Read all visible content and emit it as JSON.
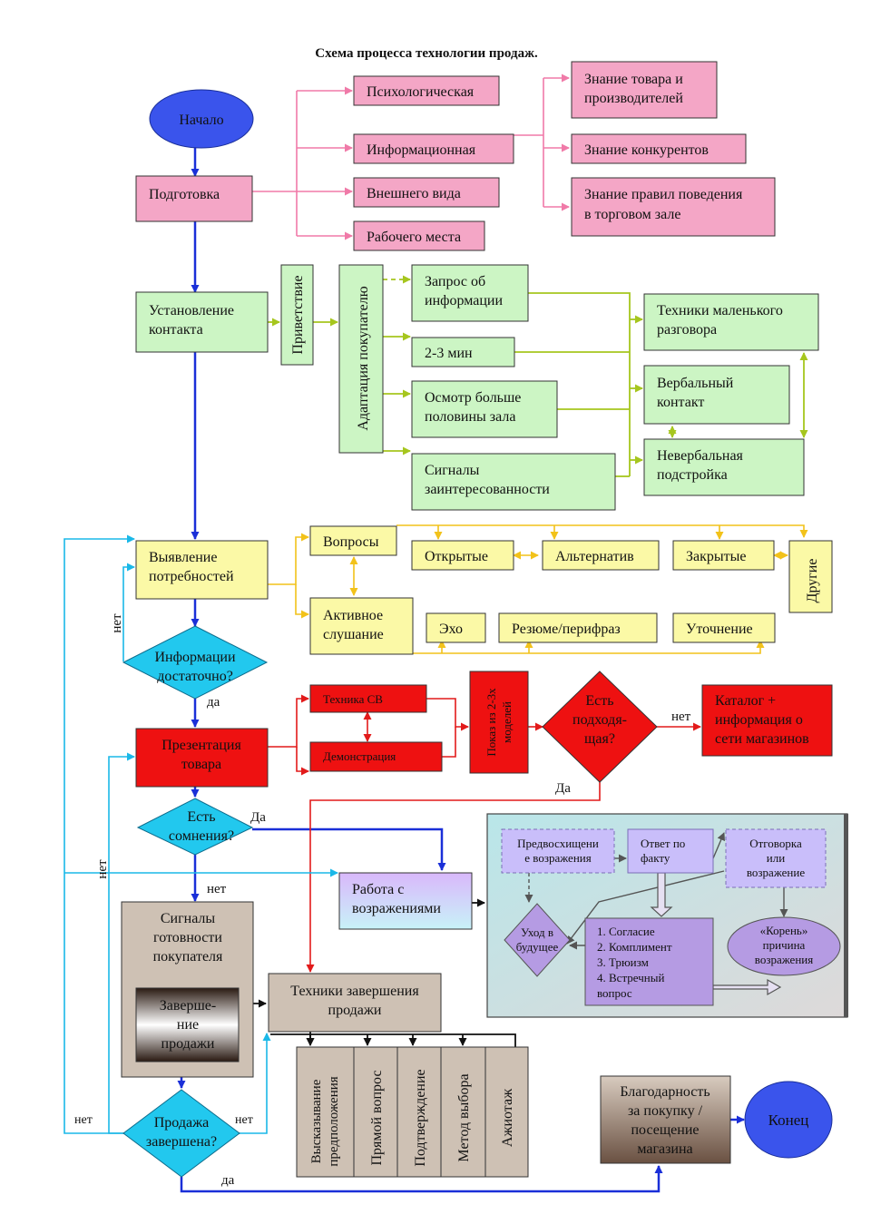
{
  "title": "Схема процесса технологии продаж.",
  "colors": {
    "pink": "#f4a6c6",
    "green": "#ccf5c4",
    "yellow": "#fbf9a6",
    "red": "#ee1111",
    "cyan": "#22c8ee",
    "blue": "#3a54ec",
    "gray": "#cec1b4",
    "purple": "#b59be3",
    "lavender": "#c9befa"
  },
  "nodes": {
    "start": "Начало",
    "prep": "Подготовка",
    "psych": "Психологическая",
    "info": "Информационная",
    "appearance": "Внешнего вида",
    "workplace": "Рабочего места",
    "know_goods_1": "Знание товара и",
    "know_goods_2": "производителей",
    "know_competitors": "Знание конкурентов",
    "know_rules_1": "Знание правил поведения",
    "know_rules_2": "в торговом зале",
    "contact_1": "Установление",
    "contact_2": "контакта",
    "greeting": "Приветствие",
    "adaptation": "Адаптация покупателю",
    "info_request_1": "Запрос об",
    "info_request_2": "информации",
    "minutes": "2-3 мин",
    "hall_view_1": "Осмотр больше",
    "hall_view_2": "половины зала",
    "interest_1": "Сигналы",
    "interest_2": "заинтересованности",
    "smalltalk_1": "Техники маленького",
    "smalltalk_2": "разговора",
    "verbal_1": "Вербальный",
    "verbal_2": "контакт",
    "nonverbal_1": "Невербальная",
    "nonverbal_2": "подстройка",
    "needs_1": "Выявление",
    "needs_2": "потребностей",
    "questions": "Вопросы",
    "open_q": "Открытые",
    "alt_q": "Альтернатив",
    "closed_q": "Закрытые",
    "other_q": "Другие",
    "active_1": "Активное",
    "active_2": "слушание",
    "echo": "Эхо",
    "resume": "Резюме/перифраз",
    "clarify": "Уточнение",
    "enough_1": "Информации",
    "enough_2": "достаточно?",
    "present_1": "Презентация",
    "present_2": "товара",
    "tech_cb": "Техника СВ",
    "demo": "Демонстрация",
    "show_models_1": "Показ из 2-3х",
    "show_models_2": "моделей",
    "suitable_1": "Есть",
    "suitable_2": "подходя-",
    "suitable_3": "щая?",
    "catalog_1": "Каталог +",
    "catalog_2": "информация о",
    "catalog_3": "сети магазинов",
    "doubts_1": "Есть",
    "doubts_2": "сомнения?",
    "objections_1": "Работа с",
    "objections_2": "возражениями",
    "anticipate_1": "Предвосхищени",
    "anticipate_2": "е возражения",
    "answer_1": "Ответ по",
    "answer_2": "факту",
    "excuse_1": "Отговорка",
    "excuse_2": "или",
    "excuse_3": "возражение",
    "future_1": "Уход в",
    "future_2": "будущее",
    "method_1": "1. Согласие",
    "method_2": "2. Комплимент",
    "method_3": "3. Трюизм",
    "method_4": "4. Встречный",
    "method_5": "вопрос",
    "root_1": "«Корень»",
    "root_2": "причина",
    "root_3": "возражения",
    "signals_1": "Сигналы",
    "signals_2": "готовности",
    "signals_3": "покупателя",
    "finish_1": "Заверше-",
    "finish_2": "ние",
    "finish_3": "продажи",
    "closing_1": "Техники завершения",
    "closing_2": "продажи",
    "col_offer_1": "Высказывание",
    "col_offer_2": "предположения",
    "col_direct": "Прямой вопрос",
    "col_confirm": "Подтверждение",
    "col_choice": "Метод выбора",
    "col_ajiotage": "Ажиотаж",
    "done_1": "Продажа",
    "done_2": "завершена?",
    "thanks_1": "Благодарность",
    "thanks_2": "за покупку /",
    "thanks_3": "посещение",
    "thanks_4": "магазина",
    "end": "Конец"
  },
  "labels": {
    "no": "нет",
    "yes": "да",
    "Yes": "Да"
  }
}
